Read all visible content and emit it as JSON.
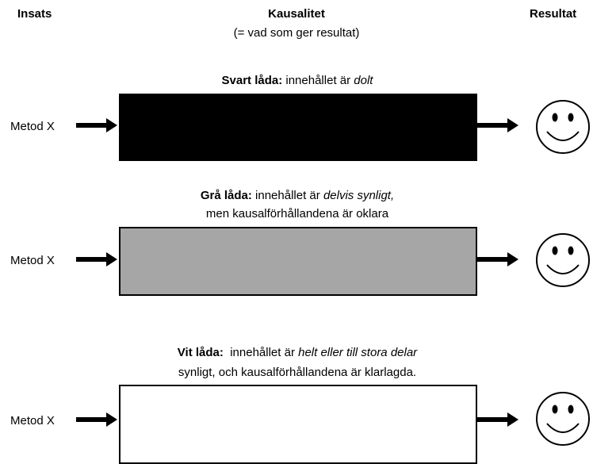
{
  "headers": {
    "insats": "Insats",
    "kausalitet": "Kausalitet",
    "kausalitet_sub": "(= vad som ger resultat)",
    "resultat": "Resultat"
  },
  "rows": [
    {
      "input_label": "Metod X",
      "caption_bold": "Svart låda:",
      "caption_line1_plain": " innehållet är ",
      "caption_line1_italic": "dolt",
      "caption_line2": "",
      "box_color": "#000000"
    },
    {
      "input_label": "Metod X",
      "caption_bold": "Grå låda:",
      "caption_line1_plain": " innehållet är ",
      "caption_line1_italic": "delvis synligt,",
      "caption_line2": "men kausalförhållandena är oklara",
      "box_color": "#a6a6a6"
    },
    {
      "input_label": "Metod X",
      "caption_bold": "Vit låda:",
      "caption_line1_plain": "  innehållet är ",
      "caption_line1_italic": "helt eller till stora delar",
      "caption_line2": "synligt, och kausalförhållandena är klarlagda.",
      "box_color": "#ffffff"
    }
  ],
  "icons": {
    "input_arrow": "arrow-right-icon",
    "output_arrow": "arrow-right-icon",
    "result": "smiley-face-icon"
  }
}
